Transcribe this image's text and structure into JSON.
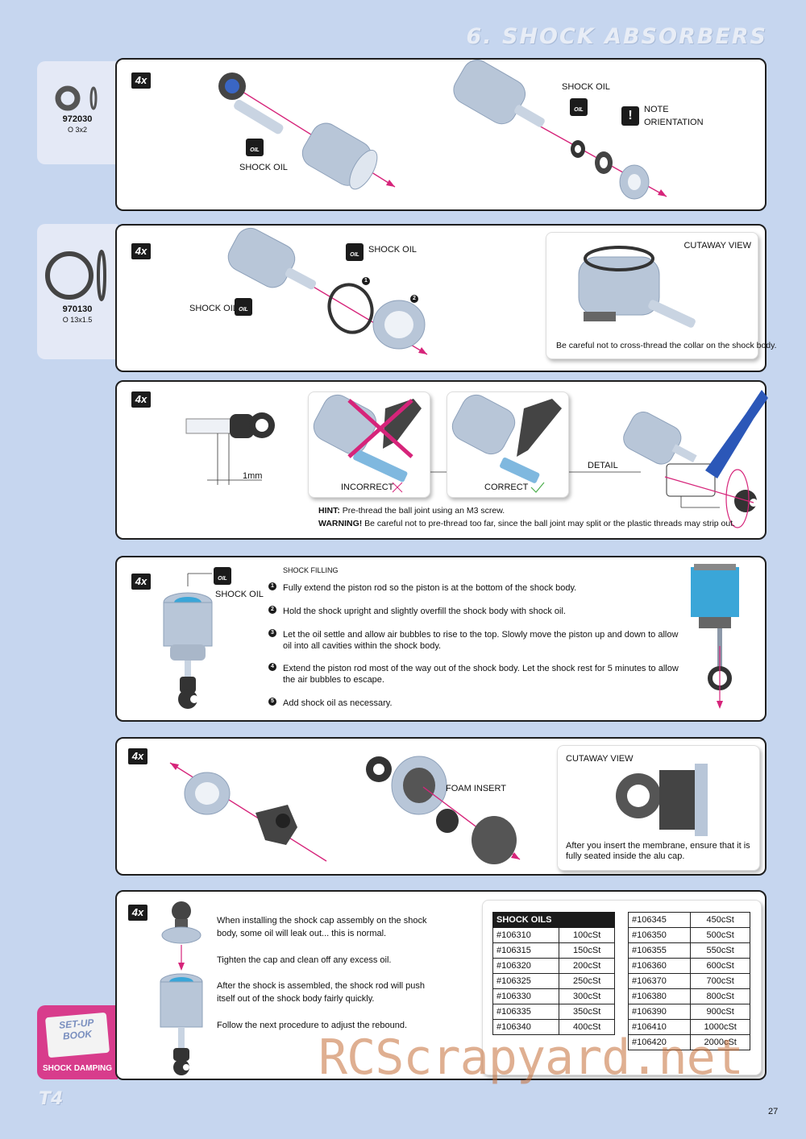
{
  "header": {
    "title": "6. SHOCK ABSORBERS"
  },
  "sidebar": {
    "part1": {
      "number": "972030",
      "desc": "O 3x2"
    },
    "part2": {
      "number": "970130",
      "desc": "O 13x1.5"
    },
    "setup": {
      "line1": "SET-UP",
      "line2": "BOOK",
      "caption": "SHOCK DAMPING"
    }
  },
  "quantity": "4x",
  "oil_icon_text": "OIL",
  "step1": {
    "oil_left": "SHOCK OIL",
    "oil_right": "SHOCK OIL",
    "note_line1": "NOTE",
    "note_line2": "ORIENTATION"
  },
  "step2": {
    "oil_left": "SHOCK OIL",
    "oil_right": "SHOCK OIL",
    "n1": "1",
    "n2": "2",
    "cutaway_title": "CUTAWAY VIEW",
    "cutaway_text": "Be careful not to cross-thread the collar on the shock body."
  },
  "step3": {
    "measure": "1mm",
    "incorrect": "INCORRECT",
    "correct": "CORRECT",
    "detail": "DETAIL",
    "hint_label": "HINT:",
    "hint_text": "Pre-thread the ball joint using an M3 screw.",
    "warning_label": "WARNING!",
    "warning_text": "Be careful not to pre-thread too far, since the ball joint may split or the plastic threads may strip out."
  },
  "step4": {
    "oil": "SHOCK OIL",
    "heading": "SHOCK FILLING",
    "items": [
      {
        "n": "1",
        "text": "Fully extend the piston rod so the piston is at the bottom of the shock body."
      },
      {
        "n": "2",
        "text": "Hold the shock upright and slightly overfill the shock body with shock oil."
      },
      {
        "n": "3",
        "text": "Let the oil settle and allow air bubbles to rise to the top.  Slowly move the piston up and down to allow oil into all cavities within the shock body."
      },
      {
        "n": "4",
        "text": "Extend the piston rod most of the way out of the shock body. Let the shock rest for 5 minutes to allow the air bubbles to escape."
      },
      {
        "n": "5",
        "text": "Add shock oil as necessary."
      }
    ]
  },
  "step5": {
    "foam": "FOAM INSERT",
    "cutaway_title": "CUTAWAY VIEW",
    "cutaway_text": "After you insert the membrane, ensure that it is fully seated inside the alu cap."
  },
  "step6": {
    "paragraphs": [
      "When installing the shock cap assembly on the shock body, some oil will leak out... this is normal.",
      "Tighten the cap and clean off any excess oil.",
      "After the shock is assembled, the shock rod will push itself out of the shock body fairly quickly.",
      "Follow the next procedure to adjust the rebound."
    ],
    "oils_title": "SHOCK OILS",
    "oils_left": [
      [
        "#106310",
        "100cSt"
      ],
      [
        "#106315",
        "150cSt"
      ],
      [
        "#106320",
        "200cSt"
      ],
      [
        "#106325",
        "250cSt"
      ],
      [
        "#106330",
        "300cSt"
      ],
      [
        "#106335",
        "350cSt"
      ],
      [
        "#106340",
        "400cSt"
      ]
    ],
    "oils_right": [
      [
        "#106345",
        "450cSt"
      ],
      [
        "#106350",
        "500cSt"
      ],
      [
        "#106355",
        "550cSt"
      ],
      [
        "#106360",
        "600cSt"
      ],
      [
        "#106370",
        "700cSt"
      ],
      [
        "#106380",
        "800cSt"
      ],
      [
        "#106390",
        "900cSt"
      ],
      [
        "#106410",
        "1000cSt"
      ],
      [
        "#106420",
        "2000cSt"
      ]
    ]
  },
  "footer": {
    "logo": "T4",
    "page": "27",
    "watermark": "RCScrapyard.net"
  },
  "colors": {
    "background": "#c6d6ef",
    "part_metal": "#b8c6d8",
    "arrow": "#d6247a",
    "oil": "#3aa6d8",
    "setup_pink": "#d83c8c"
  }
}
